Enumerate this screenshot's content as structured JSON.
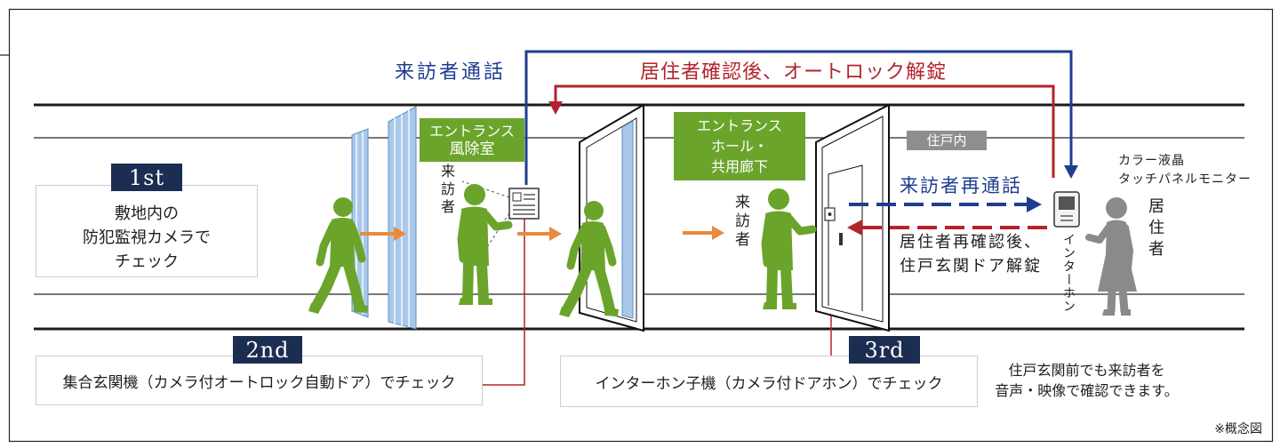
{
  "flows": {
    "visitor_call": "来訪者通話",
    "resident_unlock": "居住者確認後、オートロック解錠",
    "visitor_recall": "来訪者再通話",
    "resident_reconfirm": [
      "居住者再確認後、",
      "住戸玄関ドア解錠"
    ]
  },
  "steps": [
    {
      "badge": "1st",
      "lines": [
        "敷地内の",
        "防犯監視カメラで",
        "チェック"
      ]
    },
    {
      "badge": "2nd",
      "text": "集合玄関機（カメラ付オートロック自動ドア）でチェック"
    },
    {
      "badge": "3rd",
      "text": "インターホン子機（カメラ付ドアホン）でチェック"
    }
  ],
  "zones": {
    "vestibule": [
      "エントランス",
      "風除室"
    ],
    "hall": [
      "エントランス",
      "ホール・",
      "共用廊下"
    ],
    "dwelling": "住戸内"
  },
  "labels": {
    "visitor": "来訪者",
    "resident": "居住者",
    "intercom": "インターホン",
    "monitor": [
      "カラー液晶",
      "タッチパネルモニター"
    ]
  },
  "note": [
    "住戸玄関前でも来訪者を",
    "音声・映像で確認できます。"
  ],
  "footnote": "※概念図",
  "icons": {
    "visitor": "walking-person-icon",
    "visitor_at_panel": "standing-person-icon",
    "resident": "resident-person-icon",
    "entrance_panel": "entrance-intercom-icon",
    "monitor": "touch-monitor-icon",
    "auto_door": "auto-glass-door-icon",
    "door": "door-icon"
  },
  "colors": {
    "navy": "#1c2d52",
    "green": "#6ba42b",
    "blue": "#1f3d8f",
    "red": "#b3232b",
    "orange": "#ea8a3a",
    "glass": "#a9c8ea",
    "resident": "#8a8a8a",
    "zone": "#8e8e8e"
  }
}
